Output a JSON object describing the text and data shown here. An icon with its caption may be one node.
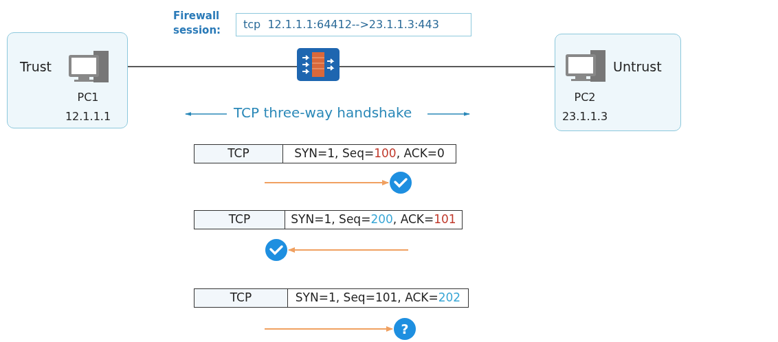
{
  "diagram": {
    "nodes": [
      {
        "text": [
          "Firewall session:",
          "tcp  12.1.1.1:64412-->23.1.1.3:443"
        ]
      },
      {
        "text": [
          "Trust"
        ]
      },
      {
        "text": [],
        "shape": "computer",
        "in": 1,
        "beside": [
          "PC1",
          "12.1.1.1"
        ]
      },
      {
        "text": [],
        "shape": "firewall"
      },
      {
        "text": [
          "Untrust"
        ]
      },
      {
        "text": [],
        "shape": "computer",
        "in": 4,
        "beside": [
          "PC2",
          "23.1.1.3"
        ]
      },
      {
        "text": [
          "TCP",
          "SYN=1, Seq=100, ACK=0"
        ]
      },
      {
        "text": [],
        "shape": "circle"
      },
      {
        "text": [
          "TCP",
          "SYN=1, Seq=200, ACK=101"
        ]
      },
      {
        "text": [],
        "shape": "circle"
      },
      {
        "text": [
          "TCP",
          "SYN=1, Seq=101, ACK=202"
        ]
      },
      {
        "text": [
          "?"
        ]
      }
    ],
    "edges": [
      {
        "from": 2,
        "to": 3,
        "arrow": "none",
        "color": "#222222"
      },
      {
        "from": 3,
        "to": 5,
        "arrow": "none",
        "color": "#222222"
      },
      {
        "from": null,
        "to": 7,
        "arrow": "to",
        "color": "#f0a060"
      },
      {
        "from": null,
        "to": 9,
        "arrow": "to",
        "color": "#f0a060"
      },
      {
        "from": null,
        "to": 11,
        "arrow": "to",
        "color": "#f0a060"
      }
    ],
    "labels": [
      "TCP three-way handshake"
    ]
  }
}
